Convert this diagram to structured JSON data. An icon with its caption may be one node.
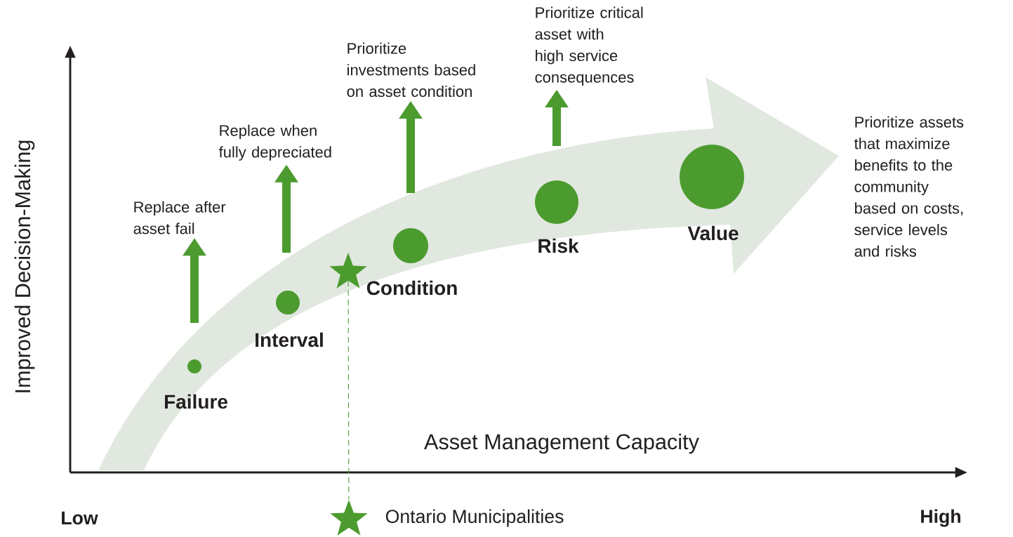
{
  "diagram": {
    "nodes": [
      {
        "text": [
          "Replace after asset fail"
        ]
      },
      {
        "text": [
          "Replace when fully depreciated"
        ]
      },
      {
        "text": [
          "Prioritize investments based on asset condition"
        ]
      },
      {
        "text": [
          "Prioritize critical asset with high service consequences"
        ]
      },
      {
        "text": [
          "Prioritize assets that maximize benefits to the community based on costs, service levels and risks"
        ]
      },
      {
        "text": [
          "Failure"
        ]
      },
      {
        "text": [
          "Interval"
        ]
      },
      {
        "text": [],
        "shape": "star"
      },
      {
        "text": [
          "Condition"
        ]
      },
      {
        "text": [
          "Risk"
        ]
      },
      {
        "text": [
          "Value"
        ]
      },
      {
        "text": [],
        "shape": "star",
        "beside": [
          "Ontario Municipalities"
        ]
      }
    ],
    "edges": [
      {
        "from": null,
        "to": 0,
        "arrow": "to",
        "color": "#4c9b2f"
      },
      {
        "from": null,
        "to": 1,
        "arrow": "to",
        "color": "#4c9b2f"
      },
      {
        "from": null,
        "to": 2,
        "arrow": "to",
        "color": "#4c9b2f"
      },
      {
        "from": null,
        "to": 3,
        "arrow": "to",
        "color": "#4c9b2f"
      },
      {
        "from": 7,
        "to": 11,
        "arrow": "none",
        "style": "dashed",
        "color": "#4c9b2f"
      }
    ],
    "labels": [
      "Improved Decision-Making",
      "Asset Management Capacity",
      "Low",
      "High"
    ]
  }
}
